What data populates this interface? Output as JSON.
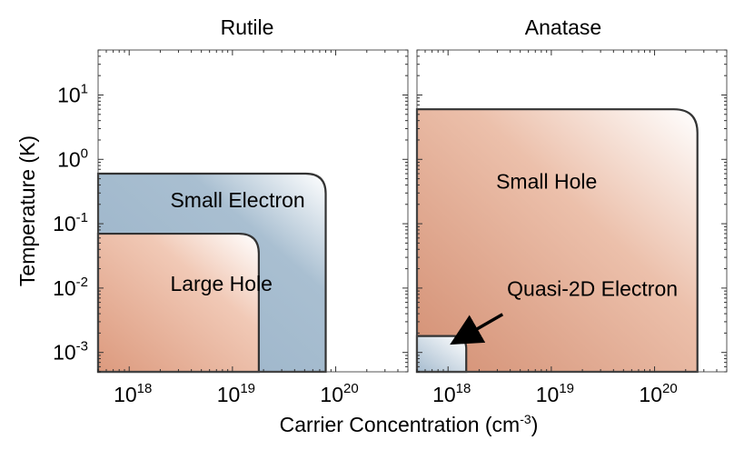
{
  "chart_data": {
    "type": "area",
    "xlabel": "Carrier Concentration (cm",
    "xlabel_exp": "-3",
    "xlabel_close": ")",
    "ylabel": "Temperature (K)",
    "xscale": "log",
    "yscale": "log",
    "xlim": [
      5e+17,
      5e+20
    ],
    "ylim": [
      0.0005,
      50
    ],
    "x_ticks": [
      {
        "value": 1e+18,
        "base": "10",
        "exp": "18"
      },
      {
        "value": 1e+19,
        "base": "10",
        "exp": "19"
      },
      {
        "value": 1e+20,
        "base": "10",
        "exp": "20"
      }
    ],
    "y_ticks": [
      {
        "value": 0.001,
        "base": "10",
        "exp": "-3"
      },
      {
        "value": 0.01,
        "base": "10",
        "exp": "-2"
      },
      {
        "value": 0.1,
        "base": "10",
        "exp": "-1"
      },
      {
        "value": 1,
        "base": "10",
        "exp": "0"
      },
      {
        "value": 10,
        "base": "10",
        "exp": "1"
      }
    ],
    "panels": [
      {
        "title": "Rutile",
        "regions": [
          {
            "label": "Small Electron",
            "color": "#9fb7cc",
            "x_max": 8e+19,
            "y_max": 0.6,
            "label_x": 2.5e+18,
            "label_y": 0.18
          },
          {
            "label": "Large Hole",
            "color": "#e3a58a",
            "x_max": 1.8e+19,
            "y_max": 0.07,
            "label_x": 2.5e+18,
            "label_y": 0.009
          }
        ]
      },
      {
        "title": "Anatase",
        "regions": [
          {
            "label": "Small Hole",
            "color": "#dfa186",
            "x_max": 2.6e+20,
            "y_max": 6.0,
            "label_x": 9e+18,
            "label_y": 0.35
          },
          {
            "label": "Quasi-2D Electron",
            "color": "#aec3d4",
            "x_max": 1.5e+18,
            "y_max": 0.0018,
            "label_x": 2.5e+19,
            "label_y": 0.0075,
            "arrow": true
          }
        ]
      }
    ]
  }
}
